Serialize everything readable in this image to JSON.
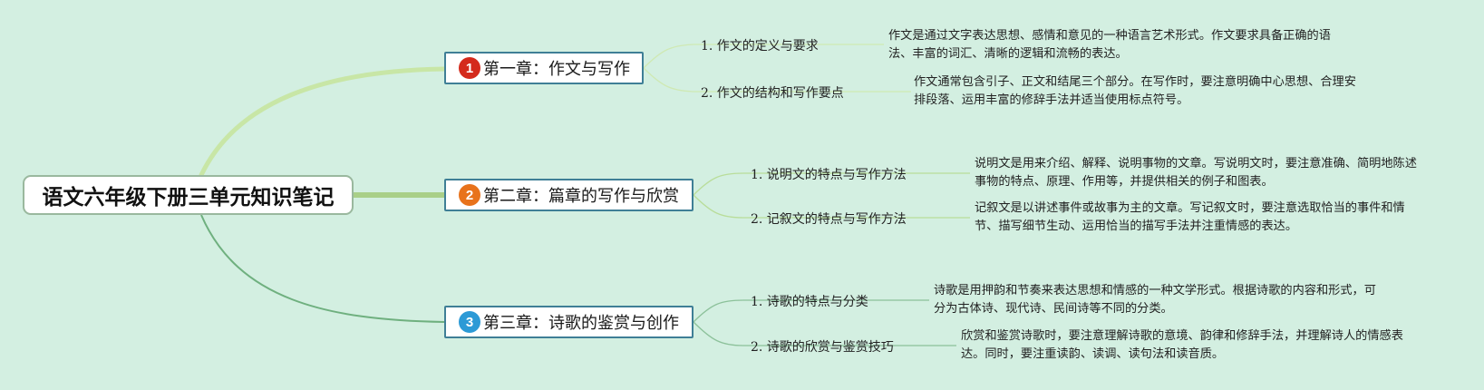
{
  "root": {
    "title": "语文六年级下册三单元知识笔记"
  },
  "colors": {
    "background": "#d3efe1",
    "badge_1": "#d42a1c",
    "badge_2": "#e8731c",
    "badge_3": "#2c9ad6",
    "link_1": "#c8e6a6",
    "link_2": "#a9cf88",
    "link_3": "#6fb07f"
  },
  "chapters": [
    {
      "number": "1",
      "label": "第一章：作文与写作",
      "topics": [
        {
          "label": "1. 作文的定义与要求",
          "detail": "作文是通过文字表达思想、感情和意见的一种语言艺术形式。作文要求具备正确的语法、丰富的词汇、清晰的逻辑和流畅的表达。"
        },
        {
          "label": "2. 作文的结构和写作要点",
          "detail": "作文通常包含引子、正文和结尾三个部分。在写作时，要注意明确中心思想、合理安排段落、运用丰富的修辞手法并适当使用标点符号。"
        }
      ]
    },
    {
      "number": "2",
      "label": "第二章：篇章的写作与欣赏",
      "topics": [
        {
          "label": "1. 说明文的特点与写作方法",
          "detail": "说明文是用来介绍、解释、说明事物的文章。写说明文时，要注意准确、简明地陈述事物的特点、原理、作用等，并提供相关的例子和图表。"
        },
        {
          "label": "2. 记叙文的特点与写作方法",
          "detail": "记叙文是以讲述事件或故事为主的文章。写记叙文时，要注意选取恰当的事件和情节、描写细节生动、运用恰当的描写手法并注重情感的表达。"
        }
      ]
    },
    {
      "number": "3",
      "label": "第三章：诗歌的鉴赏与创作",
      "topics": [
        {
          "label": "1. 诗歌的特点与分类",
          "detail": "诗歌是用押韵和节奏来表达思想和情感的一种文学形式。根据诗歌的内容和形式，可分为古体诗、现代诗、民间诗等不同的分类。"
        },
        {
          "label": "2. 诗歌的欣赏与鉴赏技巧",
          "detail": "欣赏和鉴赏诗歌时，要注意理解诗歌的意境、韵律和修辞手法，并理解诗人的情感表达。同时，要注重读韵、读调、读句法和读音质。"
        }
      ]
    }
  ]
}
